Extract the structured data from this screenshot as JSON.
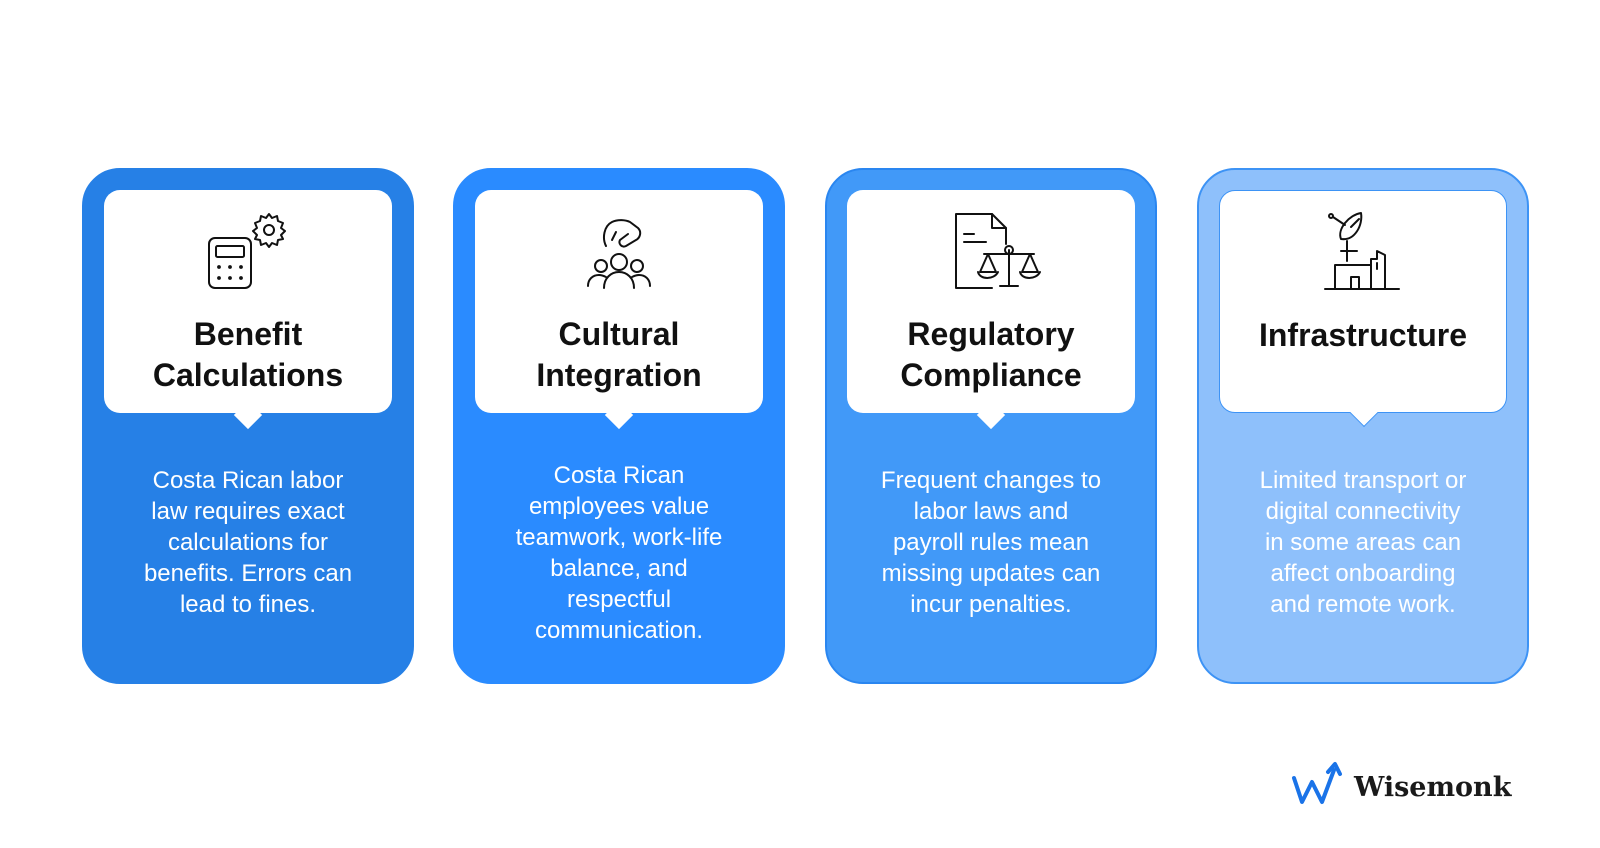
{
  "cards": [
    {
      "title": "Benefit\nCalculations",
      "description": "Costa Rican labor\nlaw requires exact\ncalculations for\nbenefits. Errors can\nlead to fines.",
      "icon": "calculator-gear-icon",
      "color": "#2680e6"
    },
    {
      "title": "Cultural\nIntegration",
      "description": "Costa Rican\nemployees value\nteamwork, work-life\nbalance, and\nrespectful\ncommunication.",
      "icon": "team-handshake-icon",
      "color": "#2a8bff"
    },
    {
      "title": "Regulatory\nCompliance",
      "description": "Frequent changes to\nlabor laws and\npayroll rules mean\nmissing updates can\nincur penalties.",
      "icon": "document-scales-icon",
      "color": "#4199f8"
    },
    {
      "title": "Infrastructure",
      "description": "Limited transport or\ndigital connectivity\nin some areas can\naffect onboarding\nand remote work.",
      "icon": "satellite-dish-building-icon",
      "color": "#8ec0fb"
    }
  ],
  "brand": {
    "name": "Wisemonk",
    "logo_icon": "wisemonk-logo-icon",
    "accent": "#1a73e8"
  }
}
